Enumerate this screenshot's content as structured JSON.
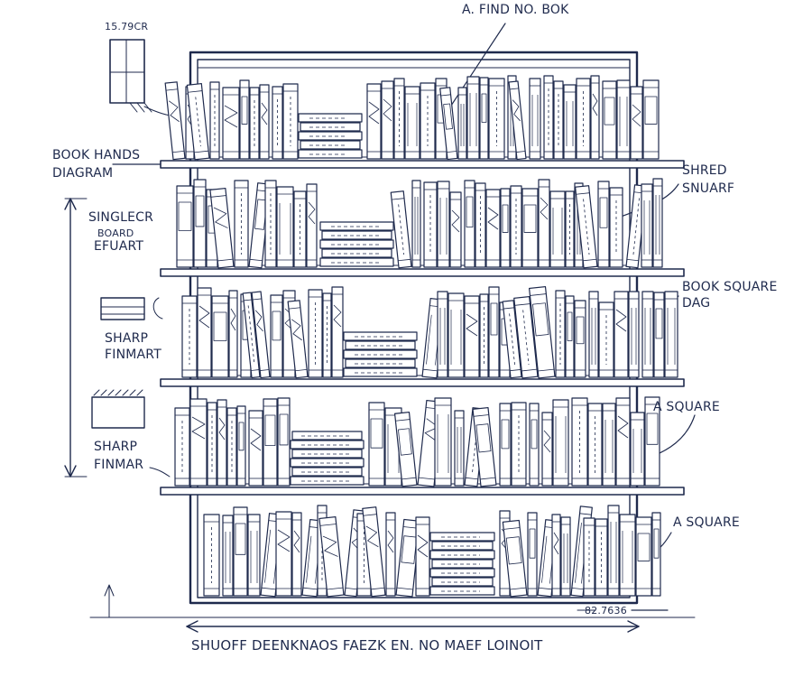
{
  "colors": {
    "ink": "#1f2a4d",
    "paper": "#ffffff"
  },
  "labels": {
    "top_callout": "A. FIND NO. BOK",
    "corner_size": "15.79CR",
    "book_hands_1": "BOOK HANDS",
    "book_hands_2": "DIAGRAM",
    "singlecr_1": "SINGLECR",
    "singlecr_2": "BOARD",
    "singlecr_3": "EFUART",
    "sharp_finmart_1": "SHARP",
    "sharp_finmart_2": "FINMART",
    "sharp_finmar_1": "SHARP",
    "sharp_finmar_2": "FINMAR",
    "shred_1": "SHRED",
    "shred_2": "SNUARF",
    "book_square_1": "BOOK SQUARE",
    "book_square_2": "DAG",
    "a_square_1": "A SQUARE",
    "a_square_2": "A SQUARE",
    "dimension_value": "82.7636",
    "bottom_caption": "SHUOFF DEENKNAOS FAEZK EN. NO MAEF LOINOIT"
  }
}
